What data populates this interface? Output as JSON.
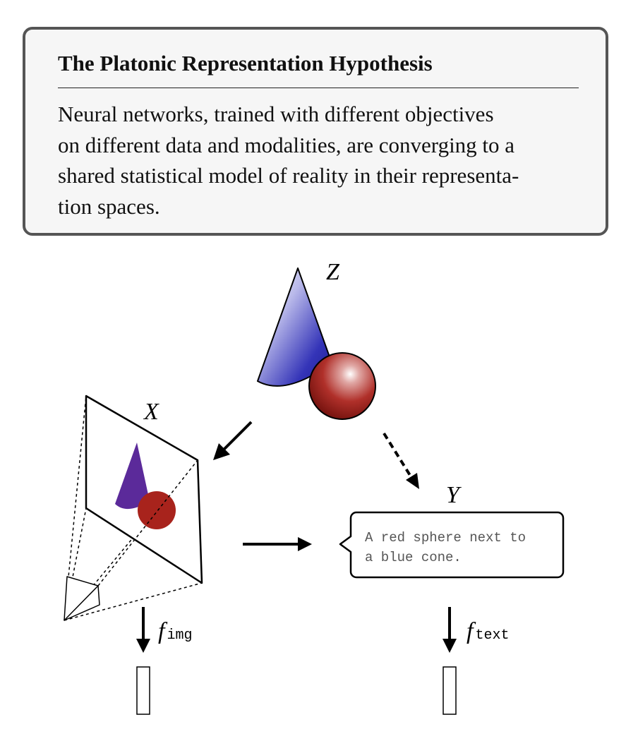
{
  "hypothesis": {
    "title": "The Platonic Representation Hypothesis",
    "body_lines": [
      "Neural networks, trained with different objectives",
      "on different data and modalities, are converging to a",
      "shared statistical model of reality in their representa-",
      "tion spaces."
    ]
  },
  "diagram": {
    "z_label": "Z",
    "x_label": "X",
    "y_label": "Y",
    "caption_line1": "A red sphere next to",
    "caption_line2": "a blue cone.",
    "f_symbol": "f",
    "f_img_sub": "img",
    "f_text_sub": "text",
    "colors": {
      "cone_blue": "#2b2bb0",
      "cone_purple": "#5b2a9a",
      "sphere_red": "#a8231c",
      "box_border": "#555555",
      "box_fill": "#f6f6f6"
    }
  }
}
